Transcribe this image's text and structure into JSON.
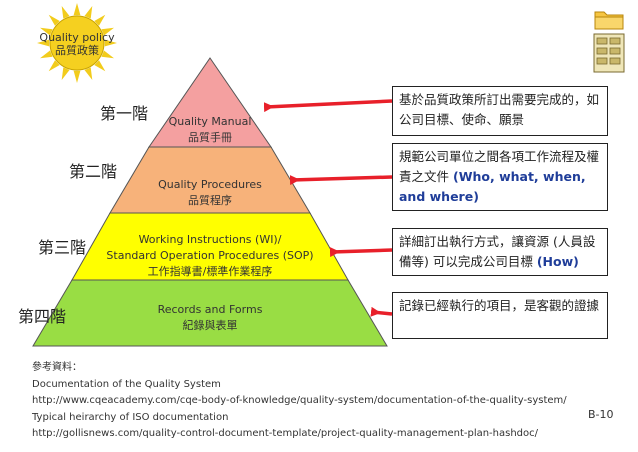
{
  "sun": {
    "line1": "Quality policy",
    "line2": "品質政策"
  },
  "levels": [
    {
      "label": "第一階",
      "title_en": "Quality Manual",
      "title_zh": "品質手冊",
      "color": "#f4a0a0"
    },
    {
      "label": "第二階",
      "title_en": "Quality Procedures",
      "title_zh": "品質程序",
      "color": "#f7b27a"
    },
    {
      "label": "第三階",
      "title_en": "Working Instructions (WI)/",
      "title_en2": "Standard Operation Procedures (SOP)",
      "title_zh": "工作指導書/標準作業程序",
      "color": "#ffff00"
    },
    {
      "label": "第四階",
      "title_en": "Records and Forms",
      "title_zh": "紀錄與表單",
      "color": "#99dd44"
    }
  ],
  "callouts": [
    {
      "text": "基於品質政策所訂出需要完成的，如公司目標、使命、願景"
    },
    {
      "text": "規範公司單位之間各項工作流程及權責之文件 ",
      "highlight": "(Who, what, when, and where)"
    },
    {
      "text": "詳細訂出執行方式，讓資源 (人員設備等) 可以完成公司目標  ",
      "highlight": "(How)"
    },
    {
      "text": "記錄已經執行的項目，是客觀的證據"
    }
  ],
  "references": {
    "heading": "參考資料：",
    "lines": [
      "Documentation of the Quality System",
      "http://www.cqeacademy.com/cqe-body-of-knowledge/quality-system/documentation-of-the-quality-system/",
      "Typical heirarchy of ISO documentation",
      "http://gollisnews.com/quality-control-document-template/project-quality-management-plan-hashdoc/"
    ]
  },
  "page_number": "B-10",
  "colors": {
    "arrow": "#e8202a",
    "callout_border": "#222222",
    "highlight": "#1f3d99",
    "sun": "#f2cc1c"
  }
}
